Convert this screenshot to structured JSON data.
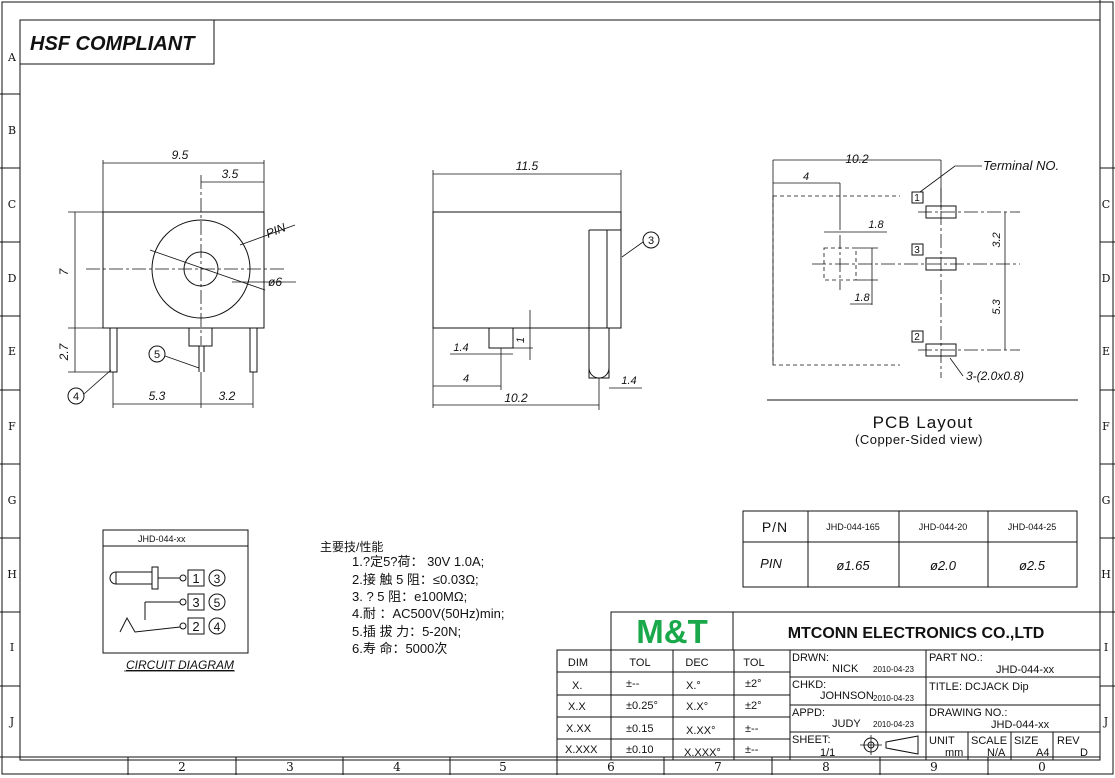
{
  "badge": "HSF COMPLIANT",
  "border": {
    "rows": [
      "A",
      "B",
      "C",
      "D",
      "E",
      "F",
      "G",
      "H",
      "I",
      "J"
    ],
    "cols": [
      "2",
      "3",
      "4",
      "5",
      "6",
      "7",
      "8",
      "9",
      "0"
    ]
  },
  "front_view": {
    "w": "9.5",
    "x_off": "3.5",
    "h": "7",
    "pin_len": "2.7",
    "pin_sp1": "5.3",
    "pin_sp2": "3.2",
    "pin_label": "PIN",
    "dia": "ø6",
    "c4": "4",
    "c5": "5"
  },
  "side_view": {
    "len": "11.5",
    "c3": "3",
    "d1": "1.4",
    "d1v": "1",
    "d4": "4",
    "d10": "10.2",
    "d14": "1.4"
  },
  "pcb": {
    "w": "10.2",
    "x4": "4",
    "s18a": "1.8",
    "s18b": "1.8",
    "s32": "3.2",
    "s53": "5.3",
    "term_label": "Terminal NO.",
    "n1": "1",
    "n3": "3",
    "n2": "2",
    "slots": "3-(2.0x0.8)",
    "title": "PCB Layout",
    "subtitle": "(Copper-Sided view)"
  },
  "pin_table": {
    "h0": "P/N",
    "h1": "JHD-044-165",
    "h2": "JHD-044-20",
    "h3": "JHD-044-25",
    "r0": "PIN",
    "r1": "ø1.65",
    "r2": "ø2.0",
    "r3": "ø2.5"
  },
  "circuit": {
    "model": "JHD-044-xx",
    "caption": "CIRCUIT DIAGRAM",
    "n1": "1",
    "n3a": "3",
    "n3": "3",
    "n5": "5",
    "n2": "2",
    "n4": "4"
  },
  "specs": {
    "title": "主要技/性能",
    "l1": "1.?定5?荷： 30V 1.0A;",
    "l2": "2.接 触 5 阻：≤0.03Ω;",
    "l3": "3. ? 5 阻：e100MΩ;",
    "l4": "4.耐         ：AC500V(50Hz)min;",
    "l5": "5.插   拔    力：5-20N;",
    "l6": "6.寿         命：5000次"
  },
  "logo": "M&T",
  "company": "MTCONN ELECTRONICS CO.,LTD",
  "tol": {
    "h": [
      "DIM",
      "TOL",
      "DEC",
      "TOL"
    ],
    "rows": [
      [
        "X.",
        "±--",
        "X.°",
        "±2°"
      ],
      [
        "X.X",
        "±0.25°",
        "X.X°",
        "±2°"
      ],
      [
        "X.XX",
        "±0.15",
        "X.XX°",
        "±--"
      ],
      [
        "X.XXX",
        "±0.10",
        "X.XXX°",
        "±--"
      ]
    ]
  },
  "title_block": {
    "drwn_l": "DRWN:",
    "drwn": "NICK",
    "drwn_d": "2010-04-23",
    "chkd_l": "CHKD:",
    "chkd": "JOHNSON",
    "chkd_d": "2010-04-23",
    "appd_l": "APPD:",
    "appd": "JUDY",
    "appd_d": "2010-04-23",
    "sheet_l": "SHEET:",
    "sheet": "1/1",
    "part_l": "PART NO.:",
    "part": "JHD-044-xx",
    "title": "TITLE: DCJACK Dip",
    "dwg_l": "DRAWING NO.:",
    "dwg": "JHD-044-xx",
    "unit_l": "UNIT",
    "unit": "mm",
    "scale_l": "SCALE",
    "scale": "N/A",
    "size_l": "SIZE",
    "size": "A4",
    "rev_l": "REV",
    "rev": "D"
  }
}
